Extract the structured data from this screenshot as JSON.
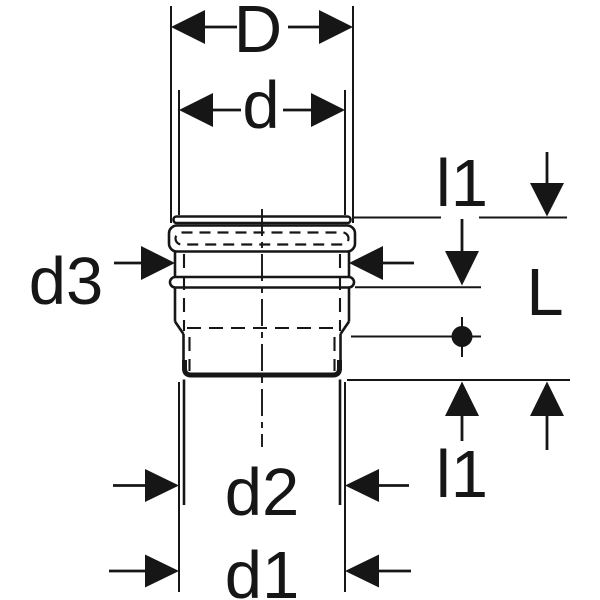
{
  "drawing": {
    "labels": {
      "D": "D",
      "d": "d",
      "d3": "d3",
      "l1_top": "l1",
      "L": "L",
      "l1_bottom": "l1",
      "d2": "d2",
      "d1": "d1"
    },
    "colors": {
      "ink": "#161616",
      "background": "#ffffff"
    }
  }
}
